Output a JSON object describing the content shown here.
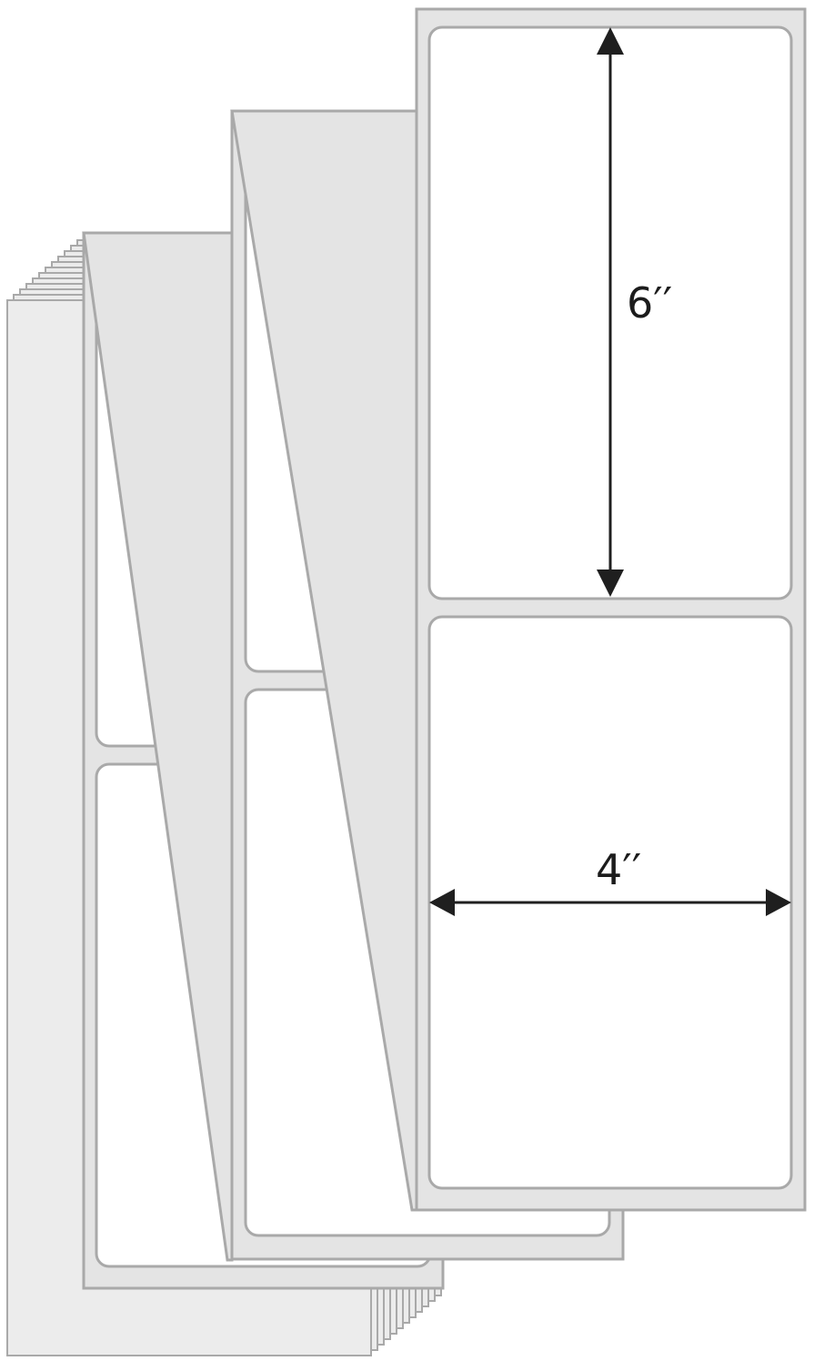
{
  "dimensions": {
    "height_label": "6′′",
    "width_label": "4′′"
  },
  "colors": {
    "liner": "#e4e4e4",
    "label": "#ffffff",
    "edge": "#a9a9a9",
    "arrow": "#1f1f1f"
  },
  "stack": {
    "folded_layers_behind": 12,
    "labels_per_panel": 2
  }
}
